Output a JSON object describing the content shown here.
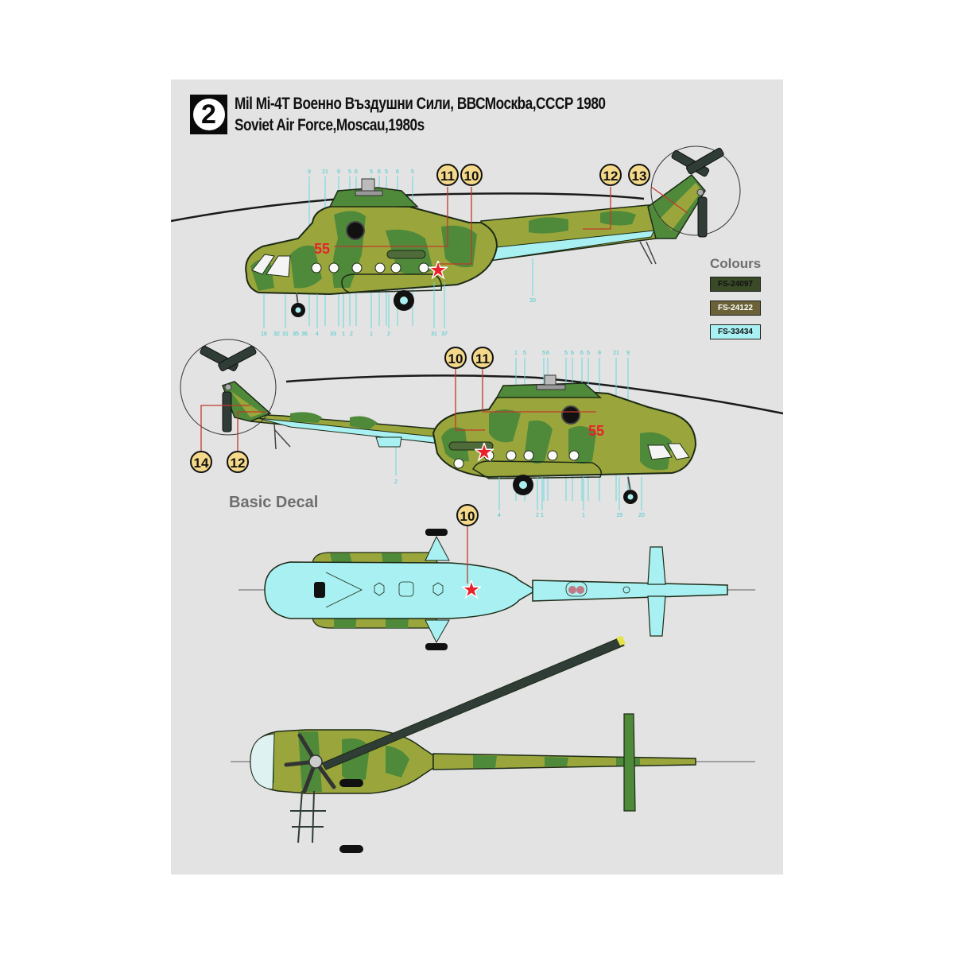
{
  "sheet": {
    "profile_number": "2",
    "title_line1": "Mil Mi-4T Военно Въздушни Сили, ВВСМоскbа,СССР 1980",
    "title_line2": "Soviet Air Force,Moscau,1980s",
    "basic_decal_label": "Basic Decal",
    "background_color": "#e3e3e3"
  },
  "colours": {
    "title": "Colours",
    "swatches": [
      {
        "code": "FS-24097",
        "fill": "#3a4a26",
        "text_color": "#111111"
      },
      {
        "code": "FS-24122",
        "fill": "#6b6238",
        "text_color": "#ffffff"
      },
      {
        "code": "FS-33434",
        "fill": "#a9f0f2",
        "text_color": "#111111"
      }
    ]
  },
  "camouflage": {
    "light_green": "#9aa63c",
    "dark_green": "#4f8a3a",
    "underside_blue": "#a9f0f2",
    "outline": "#1c2a16",
    "rotor_dark": "#2f3d36",
    "marking_red": "#e8212a",
    "callout_fill": "#f4d98a",
    "leader_red": "#c0392b",
    "leader_cyan": "#66d8dc"
  },
  "views": {
    "left_profile": {
      "side_number": "55",
      "callouts": [
        "11",
        "10",
        "12",
        "13"
      ],
      "stencil_top": [
        "9",
        "21",
        "9",
        "5",
        "6",
        "5",
        "6",
        "5",
        "6",
        "5"
      ],
      "stencil_bottom": [
        "16",
        "32",
        "31",
        "35",
        "36",
        "4",
        "33",
        "1",
        "2",
        "1",
        "2",
        "31",
        "37"
      ],
      "stencil_tail": "20"
    },
    "right_profile": {
      "side_number": "55",
      "callouts": [
        "10",
        "11",
        "14",
        "12"
      ],
      "stencil_top": [
        "1",
        "5",
        "5",
        "6",
        "5",
        "6",
        "6",
        "5",
        "9",
        "21",
        "9"
      ],
      "stencil_bottom": [
        "2",
        "4",
        "2",
        "1",
        "1",
        "19",
        "20"
      ]
    },
    "underside": {
      "callouts": [
        "10"
      ]
    },
    "top_view": {}
  }
}
